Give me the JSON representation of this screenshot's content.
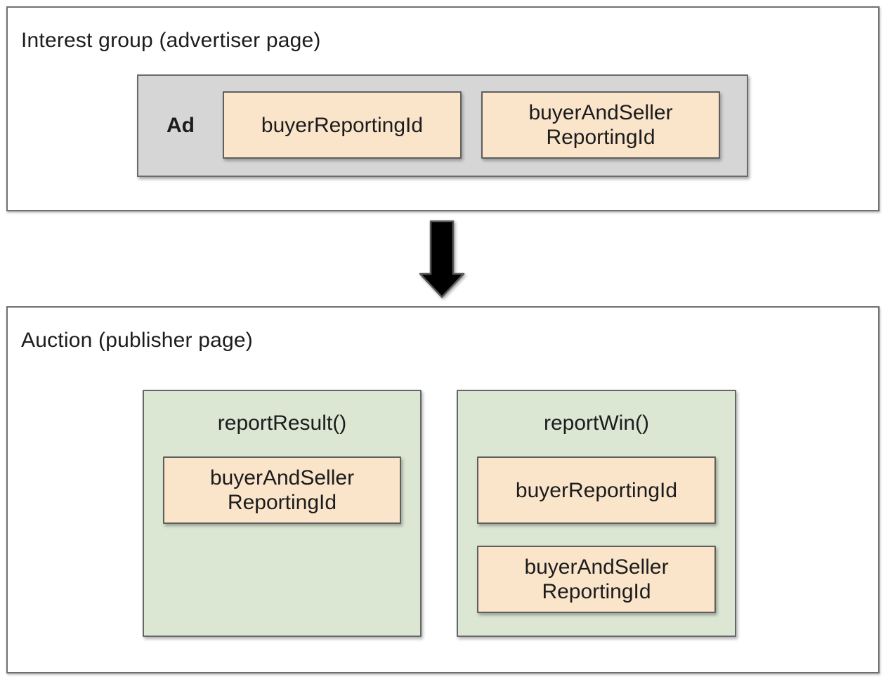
{
  "interest_group": {
    "title": "Interest group (advertiser page)",
    "ad": {
      "label": "Ad",
      "buyer_reporting_id": "buyerReportingId",
      "buyer_and_seller_reporting_id": "buyerAndSeller\nReportingId"
    }
  },
  "auction": {
    "title": "Auction (publisher page)",
    "report_result": {
      "name": "reportResult()",
      "buyer_and_seller_reporting_id": "buyerAndSeller\nReportingId"
    },
    "report_win": {
      "name": "reportWin()",
      "buyer_reporting_id": "buyerReportingId",
      "buyer_and_seller_reporting_id": "buyerAndSeller\nReportingId"
    }
  },
  "icons": {
    "arrow": "down-arrow"
  },
  "colors": {
    "field_fill": "#fae5cb",
    "function_fill": "#dbe6d3",
    "ad_fill": "#d6d6d6",
    "box_border": "#5f5f5f",
    "section_border": "#707070",
    "arrow_fill": "#000000",
    "text": "#1c1c1c"
  }
}
